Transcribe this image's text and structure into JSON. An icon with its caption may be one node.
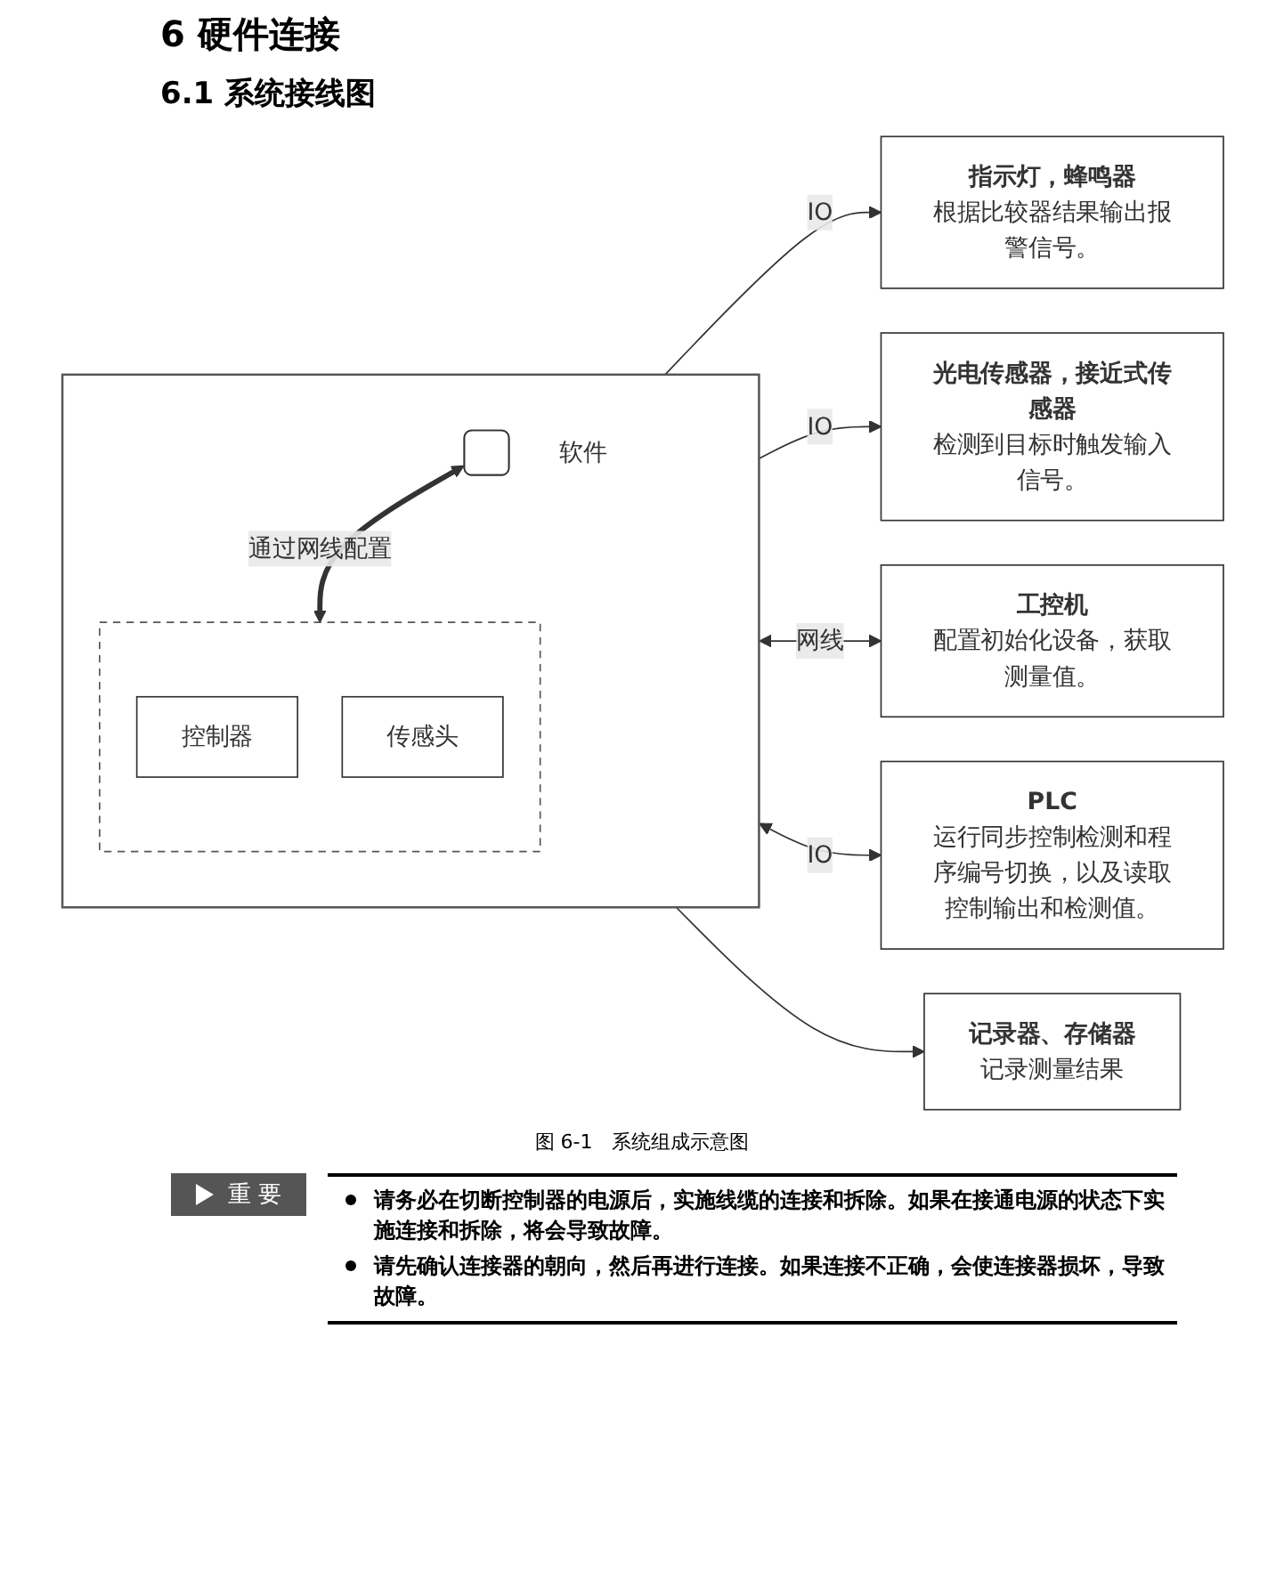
{
  "diagram": {
    "title": "6 硬件连接",
    "caption": "图 6-1　系统组成示意图",
    "nodes": [
      {
        "text": [],
        "shape": "box"
      },
      {
        "text": [],
        "shape": "box",
        "beside": [
          "软件"
        ],
        "in": 0
      },
      {
        "text": [],
        "shape": "box",
        "in": 0
      },
      {
        "text": [
          "控制器"
        ],
        "in": 2
      },
      {
        "text": [
          "传感头"
        ],
        "in": 2
      },
      {
        "text": [
          "指示灯，蜂鸣器",
          "根据比较器结果输出报警信号。"
        ]
      },
      {
        "text": [
          "光电传感器，接近式传感器",
          "检测到目标时触发输入信号。"
        ]
      },
      {
        "text": [
          "工控机",
          "配置初始化设备，获取测量值。"
        ]
      },
      {
        "text": [
          "PLC",
          "运行同步控制检测和程序编号切换，以及读取控制输出和检测值。"
        ]
      },
      {
        "text": [
          "记录器、存储器",
          "记录测量结果"
        ]
      }
    ],
    "edges": [
      {
        "from": 1,
        "to": 2,
        "arrow": "both",
        "label": "通过网线配置",
        "style": "thick"
      },
      {
        "from": 0,
        "to": 5,
        "arrow": "to",
        "label": "IO"
      },
      {
        "from": 0,
        "to": 6,
        "arrow": "to",
        "label": "IO"
      },
      {
        "from": 0,
        "to": 7,
        "arrow": "both",
        "label": "网线"
      },
      {
        "from": 0,
        "to": 8,
        "arrow": "both",
        "label": "IO"
      },
      {
        "from": 0,
        "to": 9,
        "arrow": "to"
      }
    ],
    "labels": [
      "6.1 系统接线图",
      "重 要",
      "请务必在切断控制器的电源后，实施线缆的连接和拆除。如果在接通电源的状态下实施连接和拆除，将会导致故障。",
      "请先确认连接器的朝向，然后再进行连接。如果连接不正确，会使连接器损坏，导致故障。"
    ]
  }
}
